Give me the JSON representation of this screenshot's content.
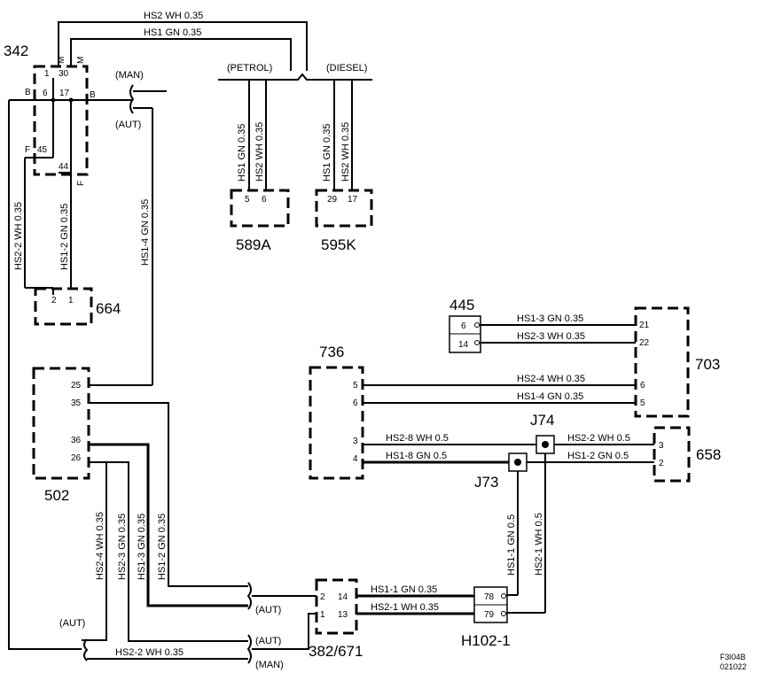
{
  "components": {
    "c342": "342",
    "c664": "664",
    "c502": "502",
    "c589a": "589A",
    "c595k": "595K",
    "c445": "445",
    "c703": "703",
    "c736": "736",
    "c658": "658",
    "c382": "382/671",
    "ch102": "H102-1",
    "cj74": "J74",
    "cj73": "J73"
  },
  "wires": {
    "top_hs2": "HS2  WH  0.35",
    "top_hs1": "HS1  GN  0.35",
    "v_hs22": "HS2-2  WH 0.35",
    "v_hs12": "HS1-2  GN  0.35",
    "v_hs14": "HS1-4  GN  0.35",
    "petrol_hs1": "HS1  GN  0.35",
    "petrol_hs2": "HS2  WH  0.35",
    "diesel_hs1": "HS1  GN  0.35",
    "diesel_hs2": "HS2  WH  0.35",
    "h445_hs13": "HS1-3  GN  0.35",
    "h445_hs23": "HS2-3  WH  0.35",
    "h736_hs24": "HS2-4  WH  0.35",
    "h736_hs14": "HS1-4  GN  0.35",
    "h736_hs28": "HS2-8  WH  0.5",
    "h736_hs18": "HS1-8  GN  0.5",
    "h658_hs22": "HS2-2  WH  0.5",
    "h658_hs12": "HS1-2  GN  0.5",
    "v_hs11_05": "HS1-1  GN  0.5",
    "v_hs21_05": "HS2-1  WH  0.5",
    "v502_hs24": "HS2-4  WH  0.35",
    "v502_hs23": "HS2-3  GN  0.35",
    "v502_hs13": "HS1-3  GN  0.35",
    "v502_hs12": "HS1-2  GN  0.35",
    "h382_hs11": "HS1-1  GN  0.35",
    "h382_hs21": "HS2-1  WH  0.35",
    "bottom_hs22": "HS2-2  WH  0.35"
  },
  "notes": {
    "man1": "(MAN)",
    "aut1": "(AUT)",
    "petrol": "(PETROL)",
    "diesel": "(DIESEL)",
    "aut2": "(AUT)",
    "aut3": "(AUT)",
    "aut4": "(AUT)",
    "man2": "(MAN)"
  },
  "pins": {
    "p342_1": "1",
    "p342_30": "30",
    "p342_m1": "M",
    "p342_m2": "M",
    "p342_b1": "B",
    "p342_6": "6",
    "p342_17": "17",
    "p342_b2": "B",
    "p342_f1": "F",
    "p342_45": "45",
    "p342_44": "44",
    "p342_f2": "F",
    "p664_2": "2",
    "p664_1": "1",
    "p589_5": "5",
    "p589_6": "6",
    "p595_29": "29",
    "p595_17": "17",
    "p445_6": "6",
    "p445_14": "14",
    "p703_21": "21",
    "p703_22": "22",
    "p703_6": "6",
    "p703_5": "5",
    "p736_5": "5",
    "p736_6": "6",
    "p736_3": "3",
    "p736_4": "4",
    "p658_3": "3",
    "p658_2": "2",
    "p502_25": "25",
    "p502_35": "35",
    "p502_36": "36",
    "p502_26": "26",
    "p382_2": "2",
    "p382_14": "14",
    "p382_1": "1",
    "p382_13": "13",
    "ph_78": "78",
    "ph_79": "79"
  },
  "footer": {
    "code": "F3I04B",
    "date": "021022"
  }
}
